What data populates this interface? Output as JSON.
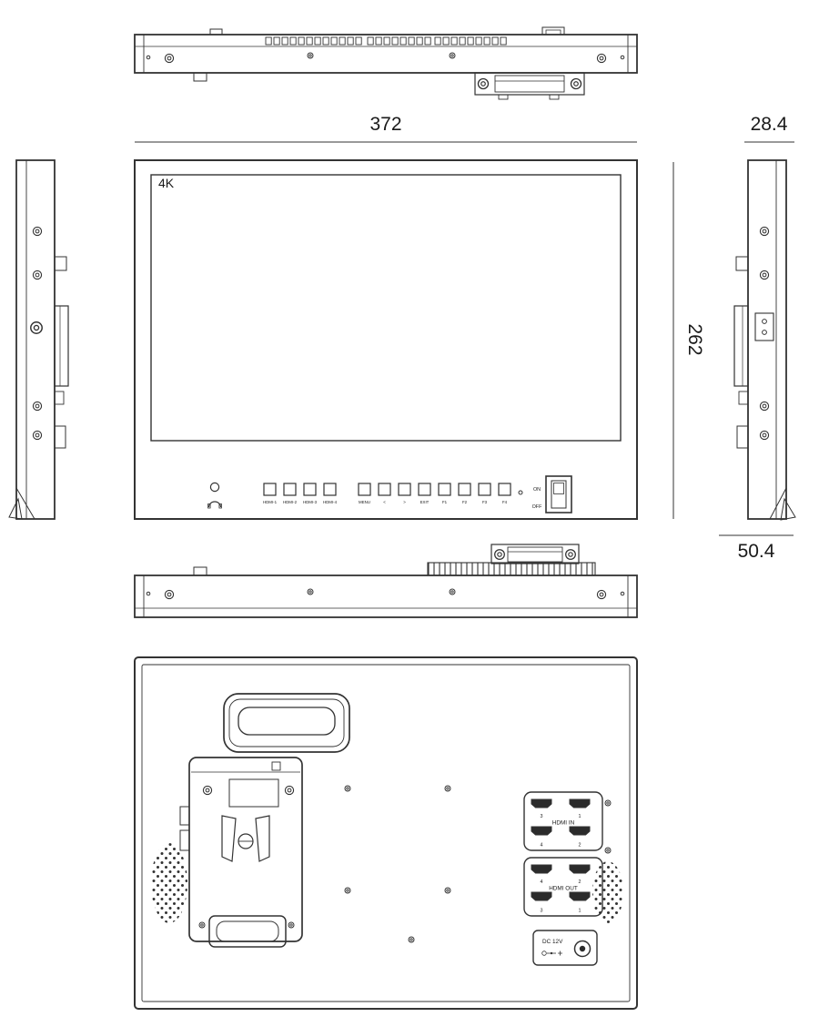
{
  "dims": {
    "width": "372",
    "depth_top": "28.4",
    "height": "262",
    "depth_side": "50.4"
  },
  "front": {
    "badge": "4K",
    "buttons1": [
      "HDMI-1",
      "HDMI-2",
      "HDMI-3",
      "HDMI-4"
    ],
    "buttons2": [
      "MENU",
      "<",
      ">",
      "EXIT",
      "F1",
      "F2",
      "F3",
      "F4"
    ],
    "power_on": "ON",
    "power_off": "OFF"
  },
  "rear": {
    "hdmi_in": {
      "label": "HDMI IN",
      "ports": [
        "3",
        "1",
        "4",
        "2"
      ]
    },
    "hdmi_out": {
      "label": "HDMI OUT",
      "ports": [
        "4",
        "2",
        "3",
        "1"
      ]
    },
    "dc_label": "DC 12V"
  }
}
